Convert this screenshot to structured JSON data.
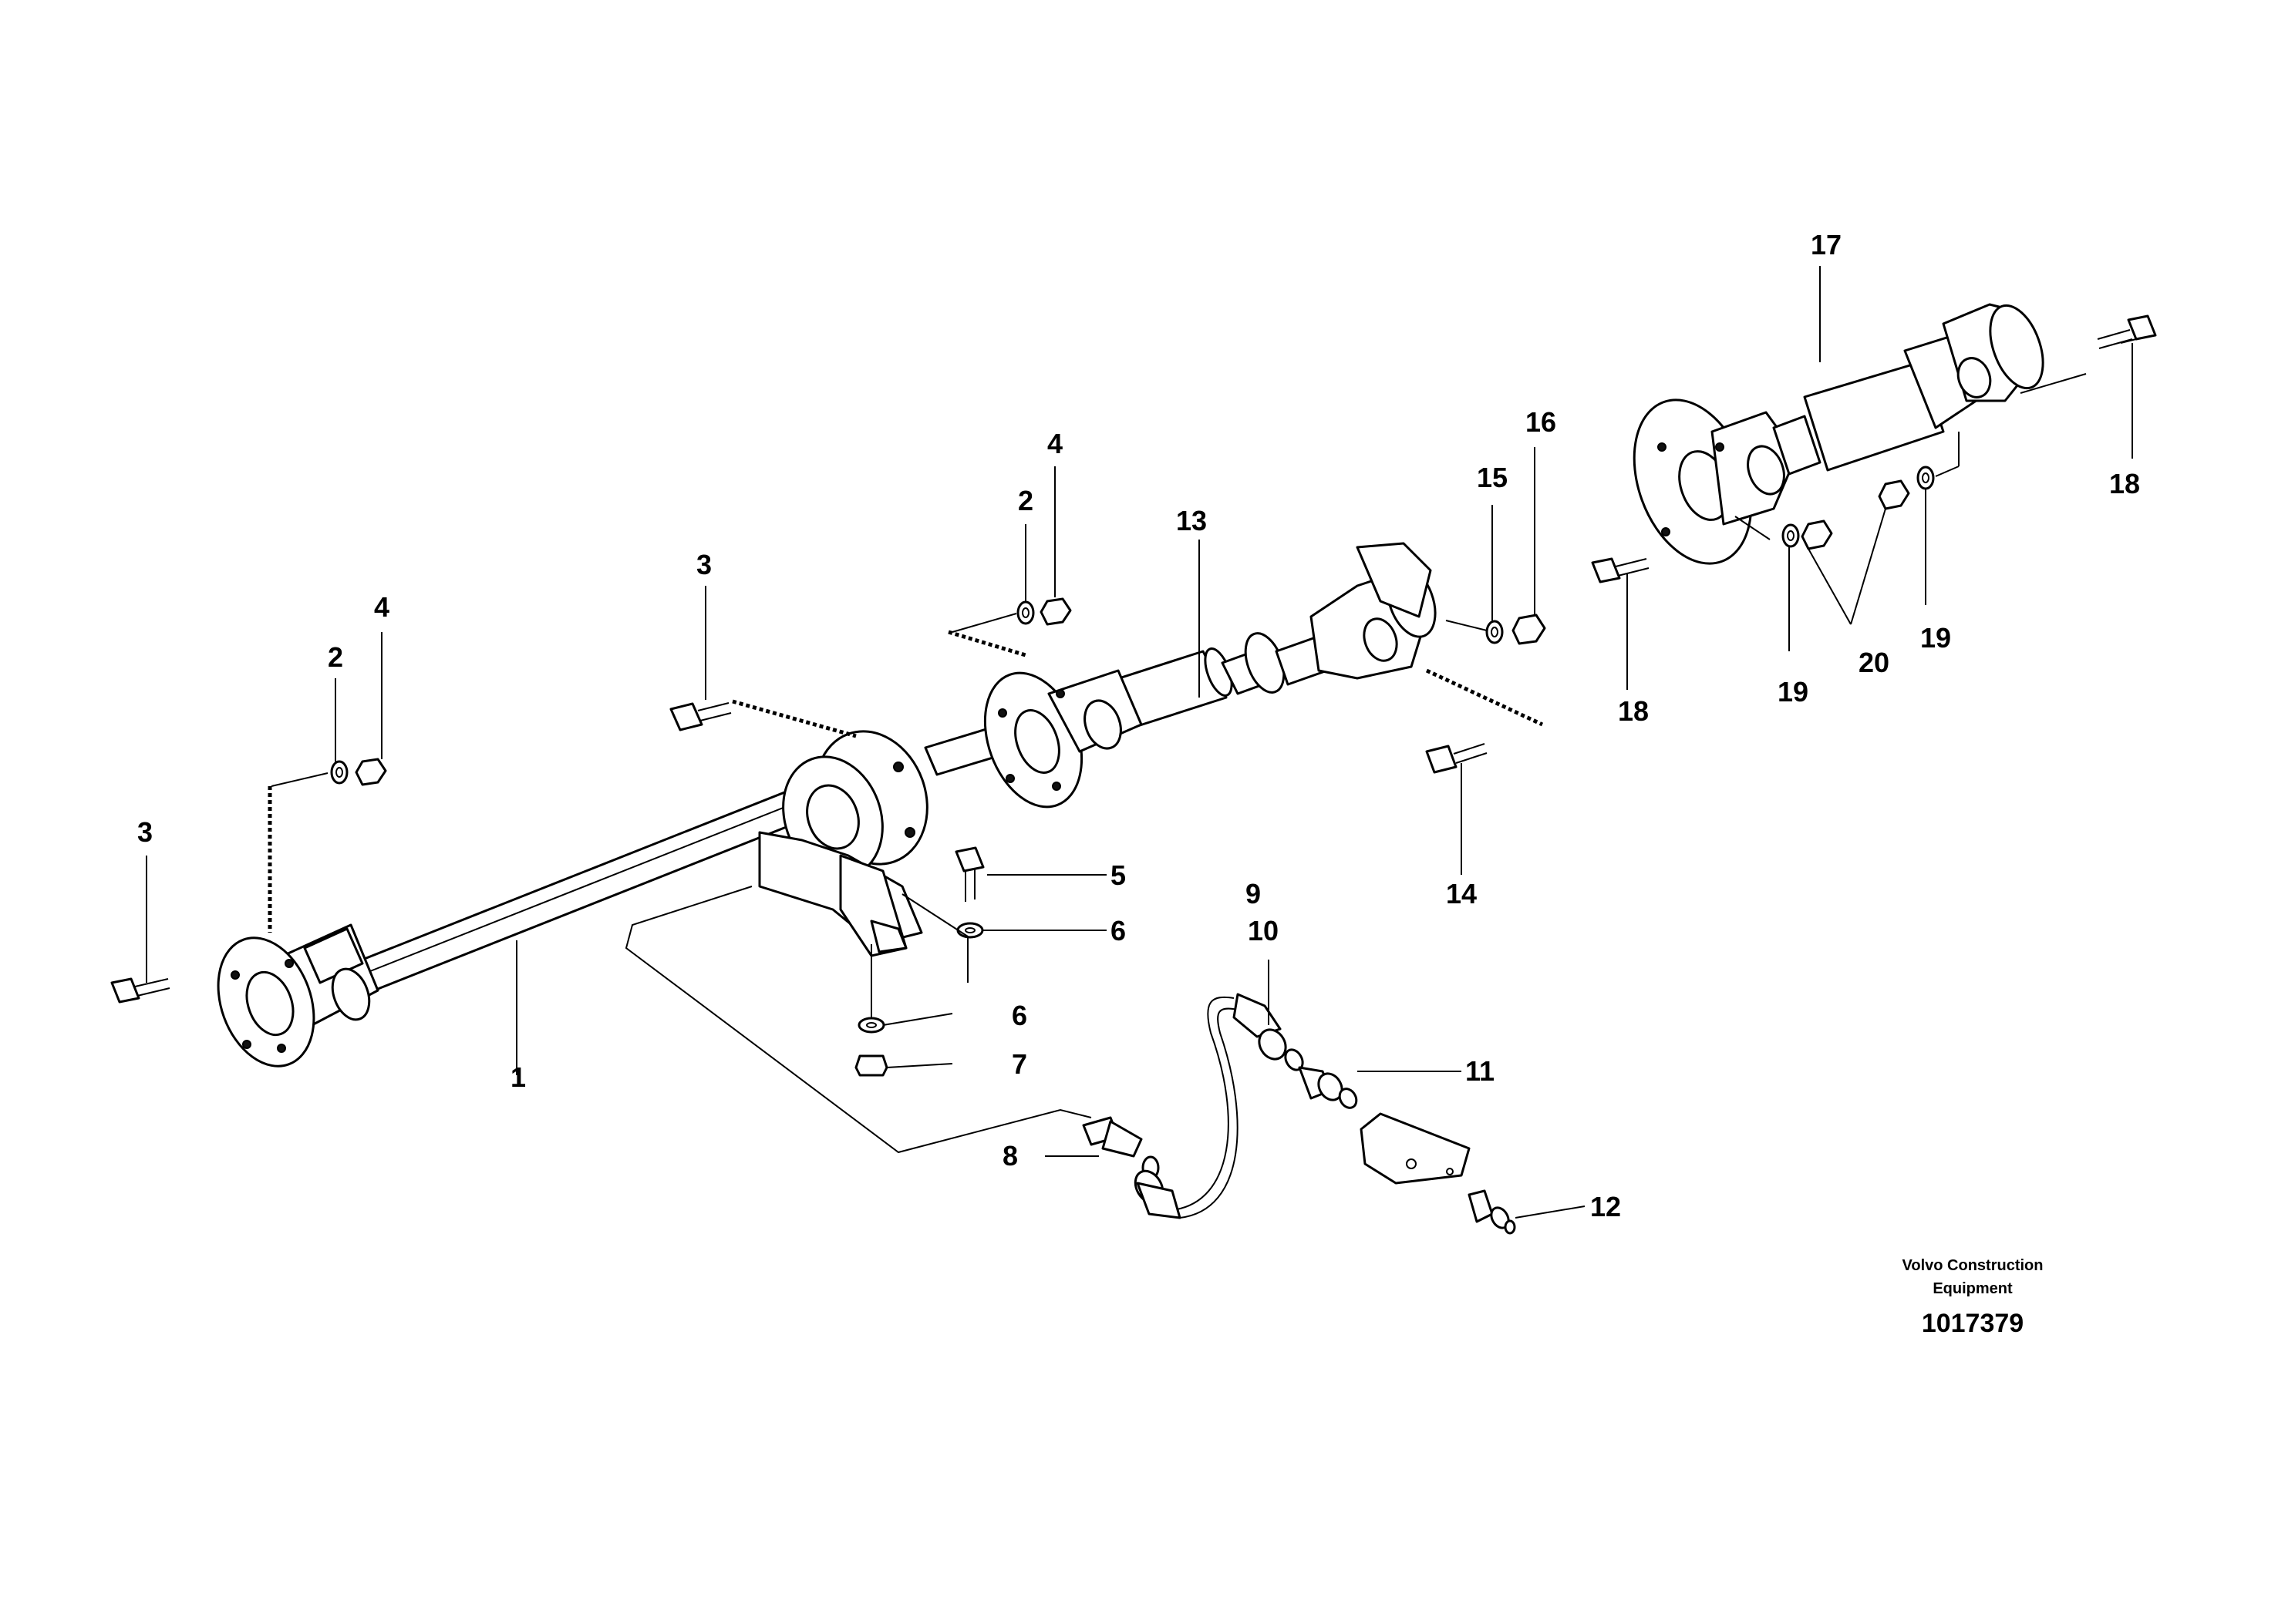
{
  "diagram": {
    "callouts": {
      "c1": "1",
      "c2a": "2",
      "c2b": "2",
      "c3a": "3",
      "c3b": "3",
      "c4a": "4",
      "c4b": "4",
      "c5": "5",
      "c6a": "6",
      "c6b": "6",
      "c7": "7",
      "c8": "8",
      "c9": "9",
      "c10": "10",
      "c11": "11",
      "c12": "12",
      "c13": "13",
      "c14": "14",
      "c15": "15",
      "c16": "16",
      "c17": "17",
      "c18a": "18",
      "c18b": "18",
      "c19a": "19",
      "c19b": "19",
      "c20": "20"
    },
    "brand_line1": "Volvo Construction",
    "brand_line2": "Equipment",
    "document_number": "1017379"
  }
}
